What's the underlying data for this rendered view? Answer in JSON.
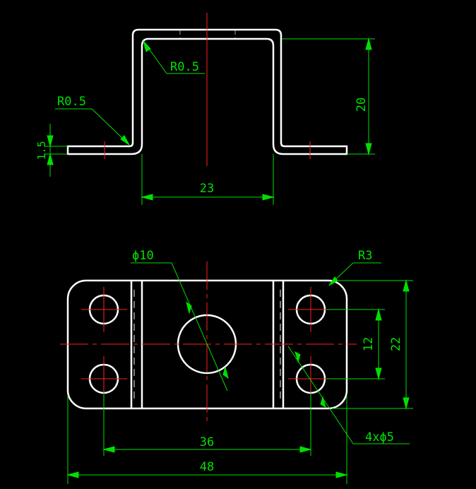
{
  "drawing": {
    "background_color": "#000000",
    "part_color": "#ffffff",
    "centerline_color": "#ff2020",
    "dimension_color": "#00e000",
    "front_view": {
      "labels": {
        "radius_inner": "R0.5",
        "radius_outer": "R0.5",
        "thickness": "1.5",
        "height": "20",
        "width": "23"
      }
    },
    "plan_view": {
      "labels": {
        "center_hole": "ϕ10",
        "corner_radius": "R3",
        "hole_spacing_y": "12",
        "overall_height": "22",
        "hole_spacing_x": "36",
        "overall_width": "48",
        "holes": "4xϕ5"
      }
    }
  }
}
